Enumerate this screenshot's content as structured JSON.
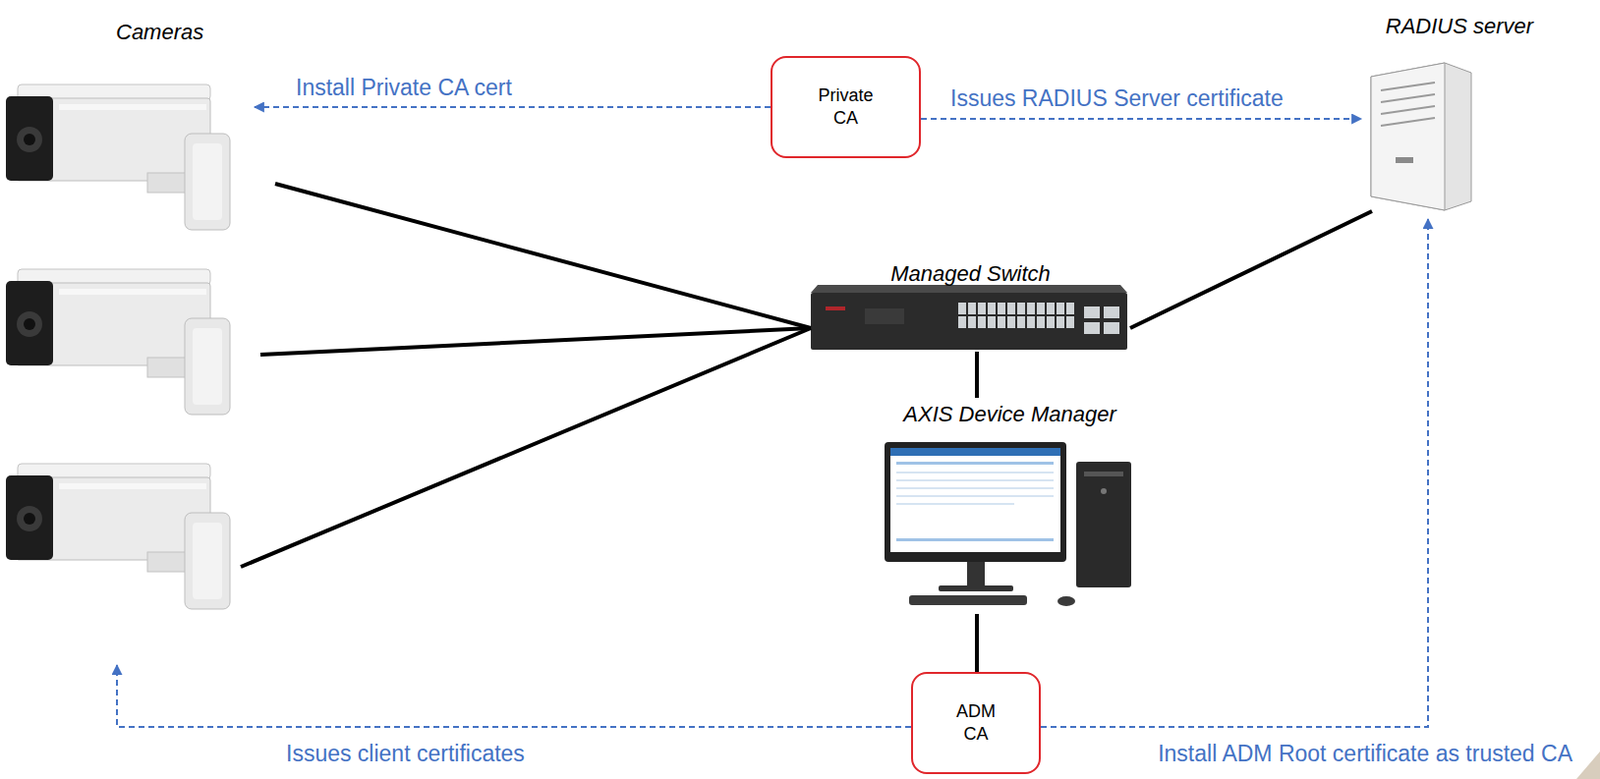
{
  "diagram": {
    "nodes": [
      {
        "text": [
          "Cameras"
        ]
      },
      {
        "text": [
          "Private CA"
        ]
      },
      {
        "text": [
          "RADIUS server"
        ]
      },
      {
        "text": [
          "Managed Switch"
        ]
      },
      {
        "text": [
          "AXIS Device Manager"
        ]
      },
      {
        "text": [
          "ADM CA"
        ]
      }
    ],
    "edges": [
      {
        "from": 1,
        "to": 0,
        "arrow": "to",
        "label": "Install Private CA cert"
      },
      {
        "from": 1,
        "to": 2,
        "arrow": "to",
        "label": "Issues RADIUS Server certificate"
      },
      {
        "from": 0,
        "to": 3,
        "arrow": "none"
      },
      {
        "from": 0,
        "to": 3,
        "arrow": "none"
      },
      {
        "from": 0,
        "to": 3,
        "arrow": "none"
      },
      {
        "from": 3,
        "to": 2,
        "arrow": "none"
      },
      {
        "from": 3,
        "to": 4,
        "arrow": "none"
      },
      {
        "from": 4,
        "to": 5,
        "arrow": "none"
      },
      {
        "from": 5,
        "to": 0,
        "arrow": "to",
        "label": "Issues client certificates"
      },
      {
        "from": 5,
        "to": 2,
        "arrow": "to",
        "label": "Install ADM Root certificate as trusted CA"
      }
    ]
  }
}
